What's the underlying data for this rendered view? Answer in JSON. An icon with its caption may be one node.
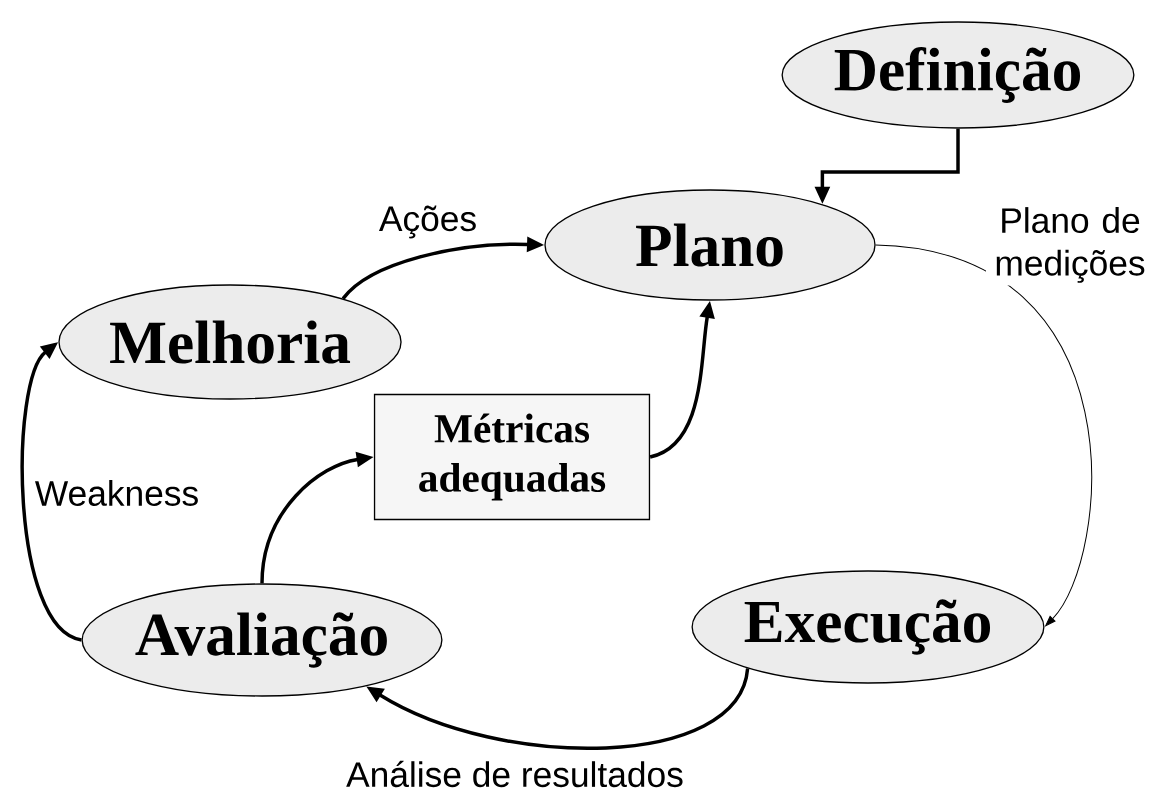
{
  "diagram": {
    "nodes": [
      {
        "text": [
          "Definição"
        ]
      },
      {
        "text": [
          "Plano"
        ]
      },
      {
        "text": [
          "Melhoria"
        ]
      },
      {
        "text": [
          "Métricas adequadas"
        ]
      },
      {
        "text": [
          "Avaliação"
        ]
      },
      {
        "text": [
          "Execução"
        ]
      }
    ],
    "edges": [
      {
        "from": 0,
        "to": 1,
        "arrow": "to"
      },
      {
        "from": 2,
        "to": 1,
        "arrow": "to",
        "label": "Ações"
      },
      {
        "from": 1,
        "to": 5,
        "arrow": "to",
        "label": "Plano de medições"
      },
      {
        "from": 5,
        "to": 4,
        "arrow": "to",
        "label": "Análise de resultados"
      },
      {
        "from": 4,
        "to": 2,
        "arrow": "to",
        "label": "Weakness"
      },
      {
        "from": 4,
        "to": 3,
        "arrow": "to"
      },
      {
        "from": 3,
        "to": 1,
        "arrow": "to"
      }
    ]
  }
}
